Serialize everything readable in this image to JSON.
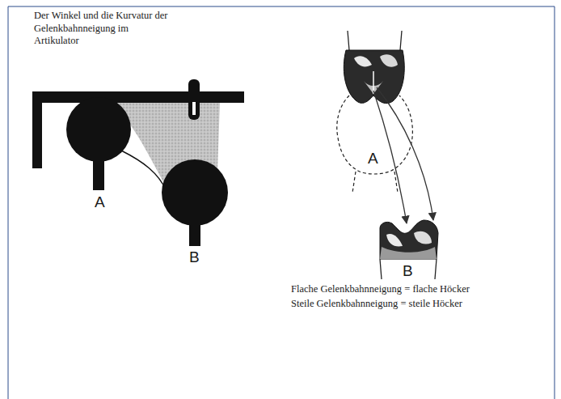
{
  "diagram": {
    "labels": [
      "Der Winkel und die Kurvatur der Gelenkbahnneigung im Artikulator",
      "A",
      "B",
      "A",
      "B",
      "Flache Gelenkbahnneigung = flache Höcker",
      "Steile Gelenkbahnneigung = steile Höcker"
    ]
  }
}
